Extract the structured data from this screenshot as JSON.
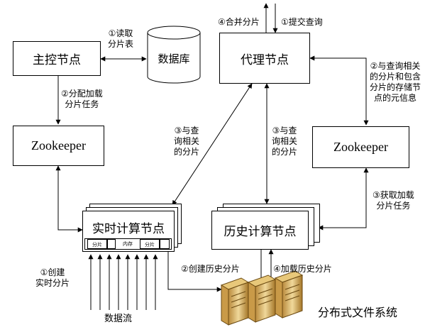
{
  "nodes": {
    "master": "主控节点",
    "database": "数据库",
    "proxy": "代理节点",
    "zk_left": "Zookeeper",
    "zk_right": "Zookeeper",
    "realtime": "实时计算节点",
    "history": "历史计算节点",
    "dfs": "分布式文件系统"
  },
  "memory": {
    "shard1": "分片",
    "mem": "内存",
    "shard2": "分片"
  },
  "labels": {
    "read_shard_table": [
      "①读取",
      "分片表"
    ],
    "assign_load": [
      "②分配加载",
      "分片任务"
    ],
    "merge_shards": "④合并分片",
    "submit_query": "①提交查询",
    "meta_info": [
      "②与查询相关",
      "的分片和包含",
      "分片的存储节",
      "点的元信息"
    ],
    "query_shards_left": [
      "③与查",
      "询相关",
      "的分片"
    ],
    "query_shards_mid": [
      "③与查",
      "询相关",
      "的分片"
    ],
    "get_load": [
      "③获取加载",
      "分片任务"
    ],
    "create_rt_shard": [
      "①创建",
      "实时分片"
    ],
    "create_hist_shard": "②创建历史分片",
    "load_hist_shard": "④加载历史分片",
    "data_stream": "数据流"
  }
}
